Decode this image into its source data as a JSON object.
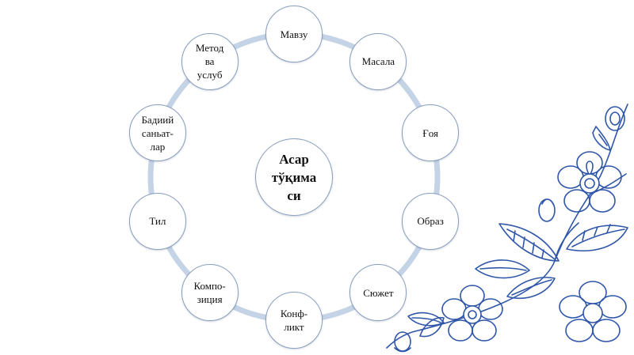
{
  "diagram": {
    "center": {
      "label": "Асар\nтўқима\nси"
    },
    "nodes": [
      {
        "label": "Мавзу"
      },
      {
        "label": "Масала"
      },
      {
        "label": "Ғоя"
      },
      {
        "label": "Образ"
      },
      {
        "label": "Сюжет"
      },
      {
        "label": "Конф-\nликт"
      },
      {
        "label": "Компо-\nзиция"
      },
      {
        "label": "Тил"
      },
      {
        "label": "Бадиий\nсаньат-\nлар"
      },
      {
        "label": "Метод\nва\nуслуб"
      }
    ],
    "colors": {
      "ring": "#c5d3e6",
      "node_border": "#8aa0bf",
      "ornament_stroke": "#2f56a8"
    }
  },
  "decoration": {
    "icon": "floral-ornament-icon"
  }
}
